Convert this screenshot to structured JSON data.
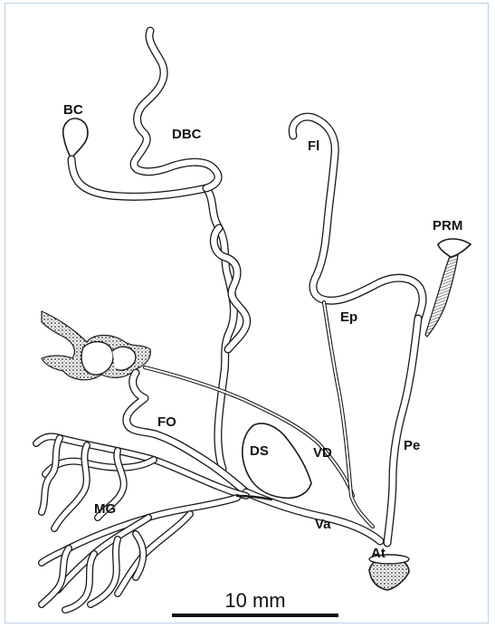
{
  "labels": {
    "bc": "BC",
    "dbc": "DBC",
    "fl": "Fl",
    "prm": "PRM",
    "ep": "Ep",
    "fo": "FO",
    "ds": "DS",
    "vd": "VD",
    "pe": "Pe",
    "mg": "MG",
    "va": "Va",
    "at": "At"
  },
  "scale_bar": {
    "label": "10 mm"
  },
  "colors": {
    "frame_border": "#b9cfe6",
    "ink": "#1a1a1a",
    "paper": "#ffffff"
  }
}
